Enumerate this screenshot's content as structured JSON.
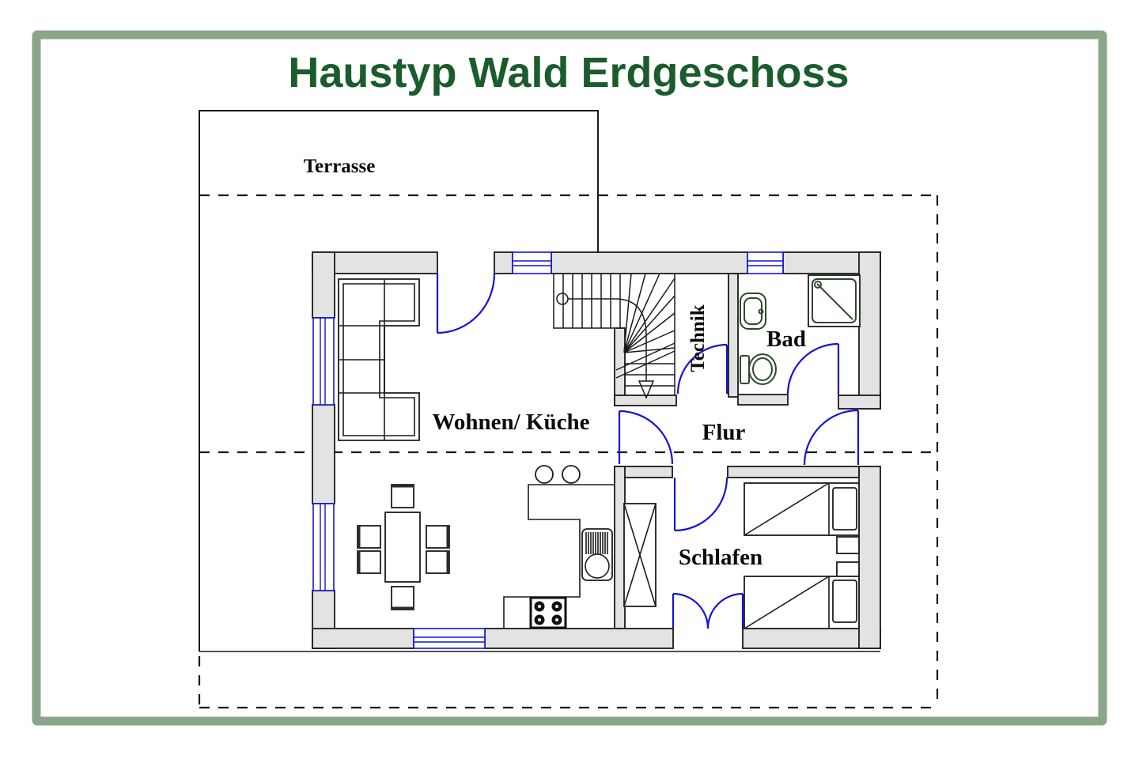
{
  "title": {
    "text": "Haustyp Wald Erdgeschoss"
  },
  "rooms": {
    "terrace": "Terrasse",
    "living": "Wohnen/ Küche",
    "tech": "Technik",
    "bath": "Bad",
    "hall": "Flur",
    "sleep": "Schlafen"
  },
  "colors": {
    "frame": "#8aa58a",
    "title": "#1a5c2c",
    "walls": "#e3e3e3",
    "lines": "#1a1a1a",
    "openings": "#1414d4",
    "fixtures": "#2d4a2d"
  }
}
